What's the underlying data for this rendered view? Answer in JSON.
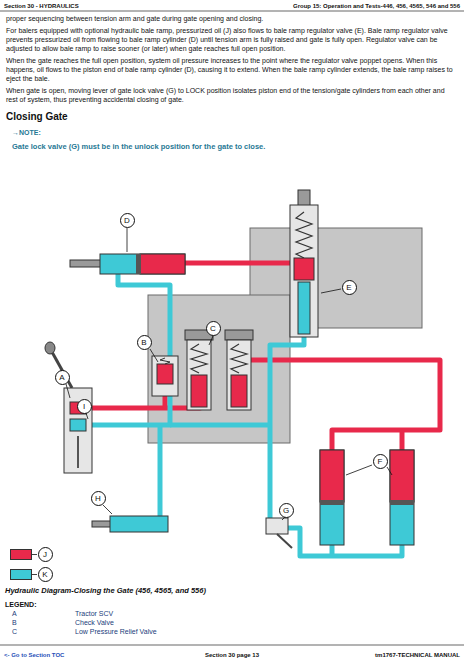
{
  "diagram": {
    "caption": "Hydraulic Diagram-Closing the Gate (456, 4565, and 556)",
    "nodes": [
      {
        "text": [
          "D"
        ]
      },
      {
        "text": [
          "E"
        ]
      },
      {
        "text": [
          "C"
        ]
      },
      {
        "text": [
          "B"
        ]
      },
      {
        "text": [
          "A"
        ]
      },
      {
        "text": [
          "I"
        ]
      },
      {
        "text": [
          "F"
        ]
      },
      {
        "text": [
          "G"
        ]
      },
      {
        "text": [
          "H"
        ]
      }
    ],
    "labels": [
      "Section 30 - HYDRAULICS",
      "Group 15: Operation and Tests-446, 456, 4565, 546 and 556",
      "proper sequencing between tension arm and gate during gate opening and closing.",
      "For balers equipped with optional hydraulic bale ramp, pressurized oil (J) also flows to bale ramp regulator valve (E). Bale ramp regulator valve prevents pressurized oil from flowing to bale ramp cylinder (D) until tension arm is fully raised and gate is fully open. Regulator valve can be adjusted to allow bale ramp to raise sooner (or later) when gate reaches full open position.",
      "When the gate reaches the full open position, system oil pressure increases to the point where the regulator valve poppet opens. When this happens, oil flows to the piston end of bale ramp cylinder (D), causing it to extend. When the bale ramp cylinder extends, the bale ramp raises to eject the bale.",
      "When gate is open, moving lever of gate lock valve (G) to LOCK position isolates piston end of the tension/gate cylinders from each other and rest of system, thus preventing accidental closing of gate.",
      "Closing Gate",
      "→NOTE:",
      "Gate lock valve (G) must be in the unlock position for the gate to close.",
      "LEGEND:",
      "A",
      "Tractor SCV",
      "B",
      "Check Valve",
      "C",
      "Low Pressure Relief Valve",
      "<- Go to Section TOC",
      "Section 30 page 13",
      "tm1767-TECHNICAL MANUAL"
    ],
    "legend": [
      {
        "text": "J",
        "color": "#e8294b"
      },
      {
        "text": "K",
        "color": "#3ec9d6"
      }
    ]
  }
}
